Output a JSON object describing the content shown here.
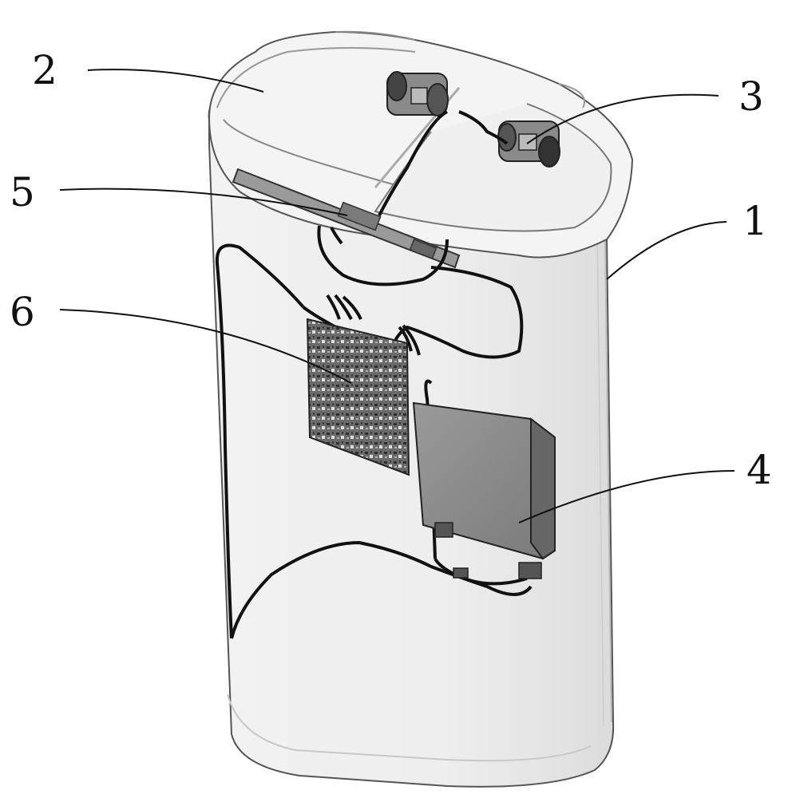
{
  "figure": {
    "callouts": [
      {
        "id": "1",
        "label": "1"
      },
      {
        "id": "2",
        "label": "2"
      },
      {
        "id": "3",
        "label": "3"
      },
      {
        "id": "4",
        "label": "4"
      },
      {
        "id": "5",
        "label": "5"
      },
      {
        "id": "6",
        "label": "6"
      }
    ]
  },
  "colors": {
    "line": "#111111",
    "body_fill": "#eeeeee",
    "lid_fill": "#f4f4f4",
    "box_fill": "#8a8a8a",
    "board_fill": "#6f6f6f"
  }
}
